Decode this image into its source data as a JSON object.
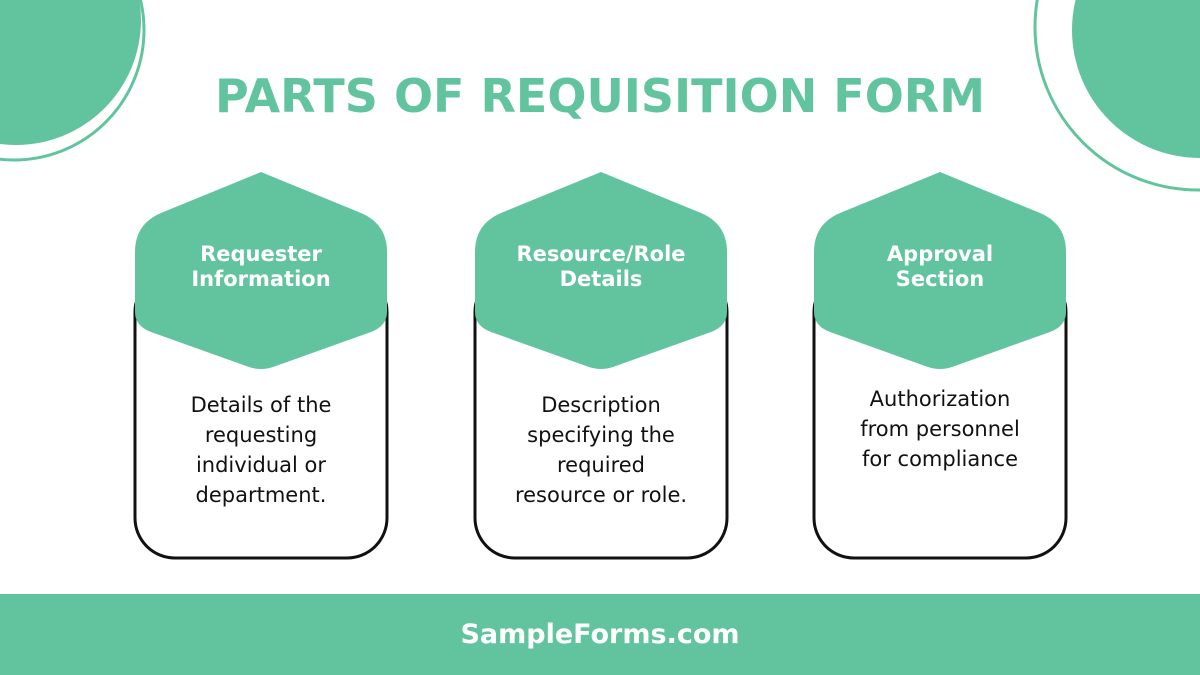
{
  "title": "PARTS OF REQUISITION FORM",
  "cards": [
    {
      "title_lines": [
        "Requester",
        "Information"
      ],
      "desc_lines": [
        "Details of the",
        "requesting",
        "individual or",
        "department."
      ]
    },
    {
      "title_lines": [
        "Resource/Role",
        "Details"
      ],
      "desc_lines": [
        "Description",
        "specifying the",
        "required",
        "resource or role."
      ]
    },
    {
      "title_lines": [
        "Approval",
        "Section"
      ],
      "desc_lines": [
        "Authorization",
        "from personnel",
        "for compliance"
      ]
    }
  ],
  "footer": {
    "text": "SampleForms.com"
  },
  "colors": {
    "accent": "#62c49e",
    "outline": "#111111",
    "footer_text": "#ffffff"
  }
}
